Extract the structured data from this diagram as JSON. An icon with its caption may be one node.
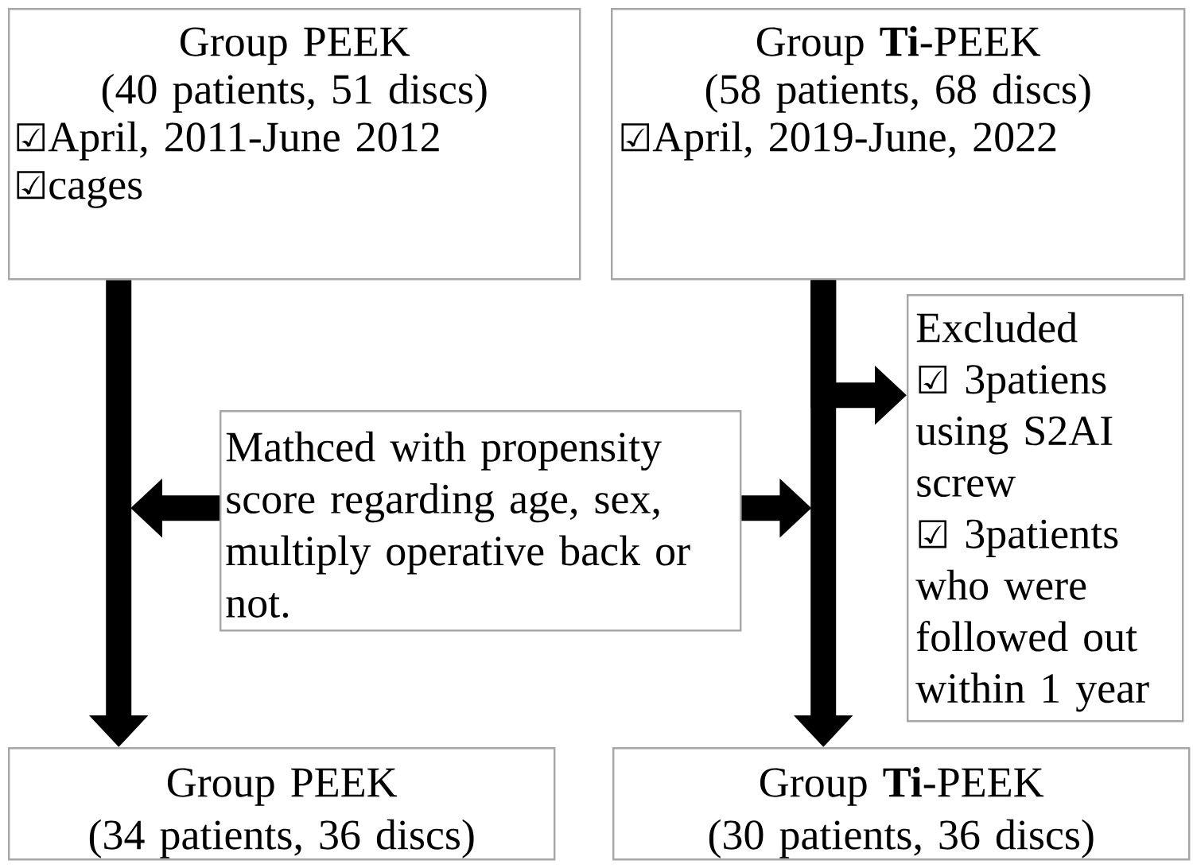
{
  "diagram": {
    "nodes": [
      {
        "text": [
          "Group PEEK",
          "(40 patients, 51 discs)",
          "☑April, 2011-June 2012",
          "☑cages"
        ]
      },
      {
        "text": [
          "Group **Ti**-PEEK",
          "(58 patients, 68 discs)",
          "☑April, 2019-June, 2022"
        ]
      },
      {
        "text": [
          "Excluded",
          "☑ 3patiens using S2AI screw",
          "☑ 3patients who were followed out within 1 year"
        ]
      },
      {
        "text": [
          "Mathced with propensity score regarding age, sex, multiply operative back or not."
        ]
      },
      {
        "text": [
          "Group PEEK",
          "(34 patients, 36 discs)"
        ]
      },
      {
        "text": [
          "Group **Ti**-PEEK",
          "(30 patients, 36 discs)"
        ]
      }
    ],
    "edges": [
      {
        "from": 0,
        "to": 4,
        "arrow": "to"
      },
      {
        "from": 1,
        "to": 5,
        "arrow": "to"
      },
      {
        "from": 1,
        "to": 2,
        "arrow": "to"
      },
      {
        "from": 3,
        "to": null,
        "arrow": "to"
      },
      {
        "from": 3,
        "to": null,
        "arrow": "to"
      }
    ]
  }
}
